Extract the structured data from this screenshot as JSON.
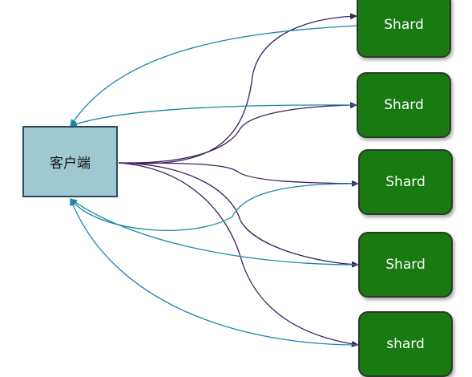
{
  "diagram": {
    "title_fragment": "",
    "client": {
      "label": "客户端"
    },
    "shards": [
      {
        "label": "Shard"
      },
      {
        "label": "Shard"
      },
      {
        "label": "Shard"
      },
      {
        "label": "Shard"
      },
      {
        "label": "shard"
      }
    ],
    "colors": {
      "client_fill": "#9fc8d0",
      "shard_fill": "#187a10",
      "request_edge": "#3b1f5e",
      "response_edge": "#1a86a6"
    }
  }
}
